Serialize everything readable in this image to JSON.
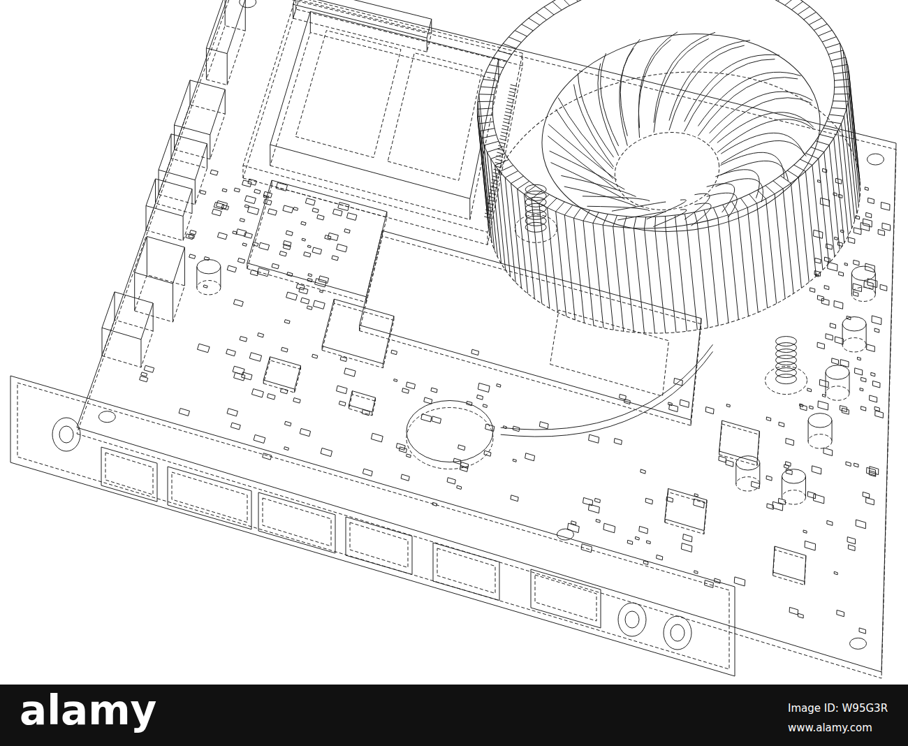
{
  "diagram": {
    "labels": [
      "alamy",
      "Image ID: W95G3R",
      "www.alamy.com"
    ]
  }
}
